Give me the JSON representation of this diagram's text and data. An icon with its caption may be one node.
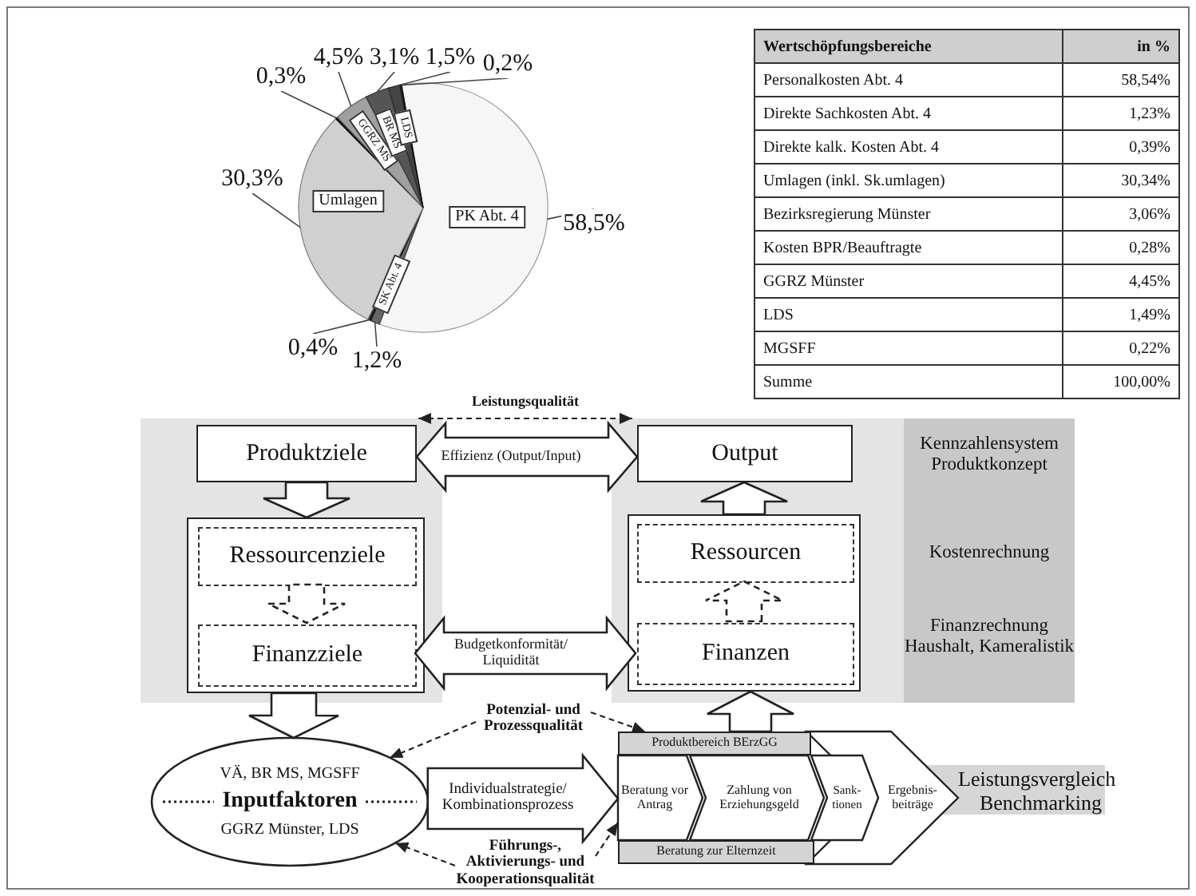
{
  "diagram": {
    "nodes": [
      {
        "text": [],
        "shape": "box"
      },
      {
        "text": [
          "Produktziele"
        ],
        "in": 0
      },
      {
        "text": [],
        "shape": "box",
        "in": 0
      },
      {
        "text": [
          "Ressourcenziele"
        ],
        "in": 2
      },
      {
        "text": [
          "Finanzziele"
        ],
        "in": 2
      },
      {
        "text": [],
        "shape": "box"
      },
      {
        "text": [
          "Output"
        ],
        "in": 5
      },
      {
        "text": [],
        "shape": "box",
        "in": 5
      },
      {
        "text": [
          "Ressourcen"
        ],
        "in": 7
      },
      {
        "text": [
          "Finanzen"
        ],
        "in": 7
      },
      {
        "text": [
          "VÄ, BR MS, MGSFF",
          "Inputfaktoren",
          "GGRZ Münster, LDS"
        ]
      },
      {
        "text": [
          "Produktbereich BErzGG"
        ]
      },
      {
        "text": [
          "Beratung vor Antrag"
        ]
      },
      {
        "text": [
          "Zahlung von Erziehungsgeld"
        ]
      },
      {
        "text": [
          "Sank- tionen"
        ]
      },
      {
        "text": [
          "Beratung zur Elternzeit"
        ]
      },
      {
        "text": [
          "Ergebnis- beiträge"
        ]
      },
      {
        "text": [
          "Potenzial- und Prozessqualität"
        ]
      },
      {
        "text": [
          "Führungs-, Aktivierungs- und Kooperationsqualität"
        ]
      }
    ],
    "edges": [
      {
        "from": 0,
        "to": 5,
        "arrow": "both",
        "style": "dashed",
        "label": "Leistungsqualität"
      },
      {
        "from": 1,
        "to": 6,
        "arrow": "both",
        "label": "Effizienz (Output/Input)"
      },
      {
        "from": 1,
        "to": 2,
        "arrow": "to"
      },
      {
        "from": 3,
        "to": 4,
        "arrow": "to",
        "style": "dashed"
      },
      {
        "from": 4,
        "to": 9,
        "arrow": "both",
        "label": "Budgetkonformität/ Liquidität"
      },
      {
        "from": 9,
        "to": 8,
        "arrow": "to",
        "style": "dashed"
      },
      {
        "from": 7,
        "to": 6,
        "arrow": "to"
      },
      {
        "from": 2,
        "to": 10,
        "arrow": "to"
      },
      {
        "from": 17,
        "to": 10,
        "arrow": "to",
        "style": "dashed"
      },
      {
        "from": 17,
        "to": 11,
        "arrow": "to",
        "style": "dashed"
      },
      {
        "from": 10,
        "to": 12,
        "arrow": "to",
        "label": "Individualstrategie/ Kombinationsprozess"
      },
      {
        "from": 11,
        "to": 7,
        "arrow": "to"
      },
      {
        "from": 18,
        "to": 10,
        "arrow": "to",
        "style": "dashed"
      },
      {
        "from": 18,
        "to": 12,
        "arrow": "to",
        "style": "dashed"
      }
    ],
    "labels": [
      "Wertschöpfungsbereiche",
      "in %",
      "Personalkosten Abt. 4",
      "58,54%",
      "Direkte Sachkosten Abt. 4",
      "1,23%",
      "Direkte kalk. Kosten Abt. 4",
      "0,39%",
      "Umlagen (inkl. Sk.umlagen)",
      "30,34%",
      "Bezirksregierung Münster",
      "3,06%",
      "Kosten BPR/Beauftragte",
      "0,28%",
      "GGRZ Münster",
      "4,45%",
      "LDS",
      "1,49%",
      "MGSFF",
      "0,22%",
      "Summe",
      "100,00%",
      "Kennzahlensystem Produktkonzept",
      "Kostenrechnung",
      "Finanzrechnung Haushalt, Kameralistik",
      "Leistungsvergleich Benchmarking"
    ],
    "chart_data": {
      "type": "pie",
      "categories": [
        "PK Abt. 4",
        "SK Abt. 4",
        null,
        "Umlagen",
        null,
        "GGRZ MS",
        "BR MS",
        "LDS",
        null
      ],
      "values": [
        58.5,
        1.2,
        0.4,
        30.3,
        0.3,
        4.5,
        3.1,
        1.5,
        0.2
      ],
      "value_labels": [
        "58,5%",
        "1,2%",
        "0,4%",
        "30,3%",
        "0,3%",
        "4,5%",
        "3,1%",
        "1,5%",
        "0,2%"
      ]
    }
  }
}
